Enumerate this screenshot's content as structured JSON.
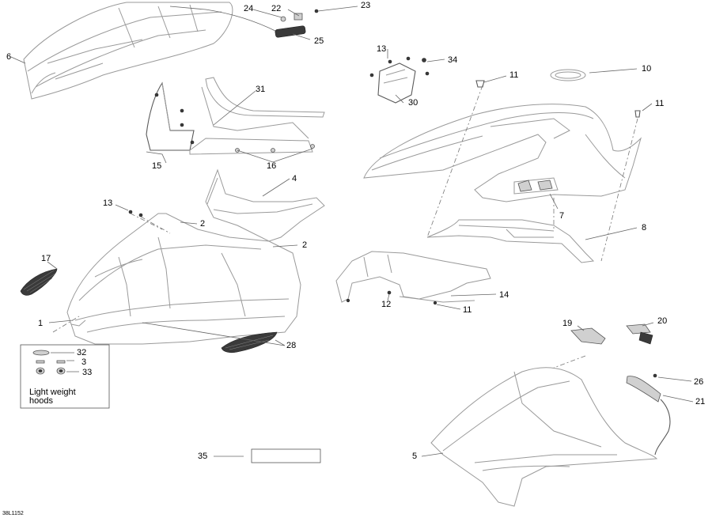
{
  "diagram": {
    "callouts": [
      {
        "id": "c1",
        "label": "1"
      },
      {
        "id": "c2a",
        "label": "2"
      },
      {
        "id": "c2b",
        "label": "2"
      },
      {
        "id": "c3",
        "label": "3"
      },
      {
        "id": "c4",
        "label": "4"
      },
      {
        "id": "c5",
        "label": "5"
      },
      {
        "id": "c6",
        "label": "6"
      },
      {
        "id": "c7",
        "label": "7"
      },
      {
        "id": "c8",
        "label": "8"
      },
      {
        "id": "c10",
        "label": "10"
      },
      {
        "id": "c11a",
        "label": "11"
      },
      {
        "id": "c11b",
        "label": "11"
      },
      {
        "id": "c11c",
        "label": "11"
      },
      {
        "id": "c12",
        "label": "12"
      },
      {
        "id": "c13a",
        "label": "13"
      },
      {
        "id": "c13b",
        "label": "13"
      },
      {
        "id": "c14",
        "label": "14"
      },
      {
        "id": "c15",
        "label": "15"
      },
      {
        "id": "c16",
        "label": "16"
      },
      {
        "id": "c17",
        "label": "17"
      },
      {
        "id": "c19",
        "label": "19"
      },
      {
        "id": "c20",
        "label": "20"
      },
      {
        "id": "c21",
        "label": "21"
      },
      {
        "id": "c22",
        "label": "22"
      },
      {
        "id": "c23",
        "label": "23"
      },
      {
        "id": "c24",
        "label": "24"
      },
      {
        "id": "c25",
        "label": "25"
      },
      {
        "id": "c26",
        "label": "26"
      },
      {
        "id": "c28",
        "label": "28"
      },
      {
        "id": "c30",
        "label": "30"
      },
      {
        "id": "c31",
        "label": "31"
      },
      {
        "id": "c32",
        "label": "32"
      },
      {
        "id": "c33",
        "label": "33"
      },
      {
        "id": "c34",
        "label": "34"
      },
      {
        "id": "c35",
        "label": "35"
      }
    ],
    "note": {
      "line1": "Light weight",
      "line2": "hoods"
    },
    "drawing_code": "38L1152"
  }
}
